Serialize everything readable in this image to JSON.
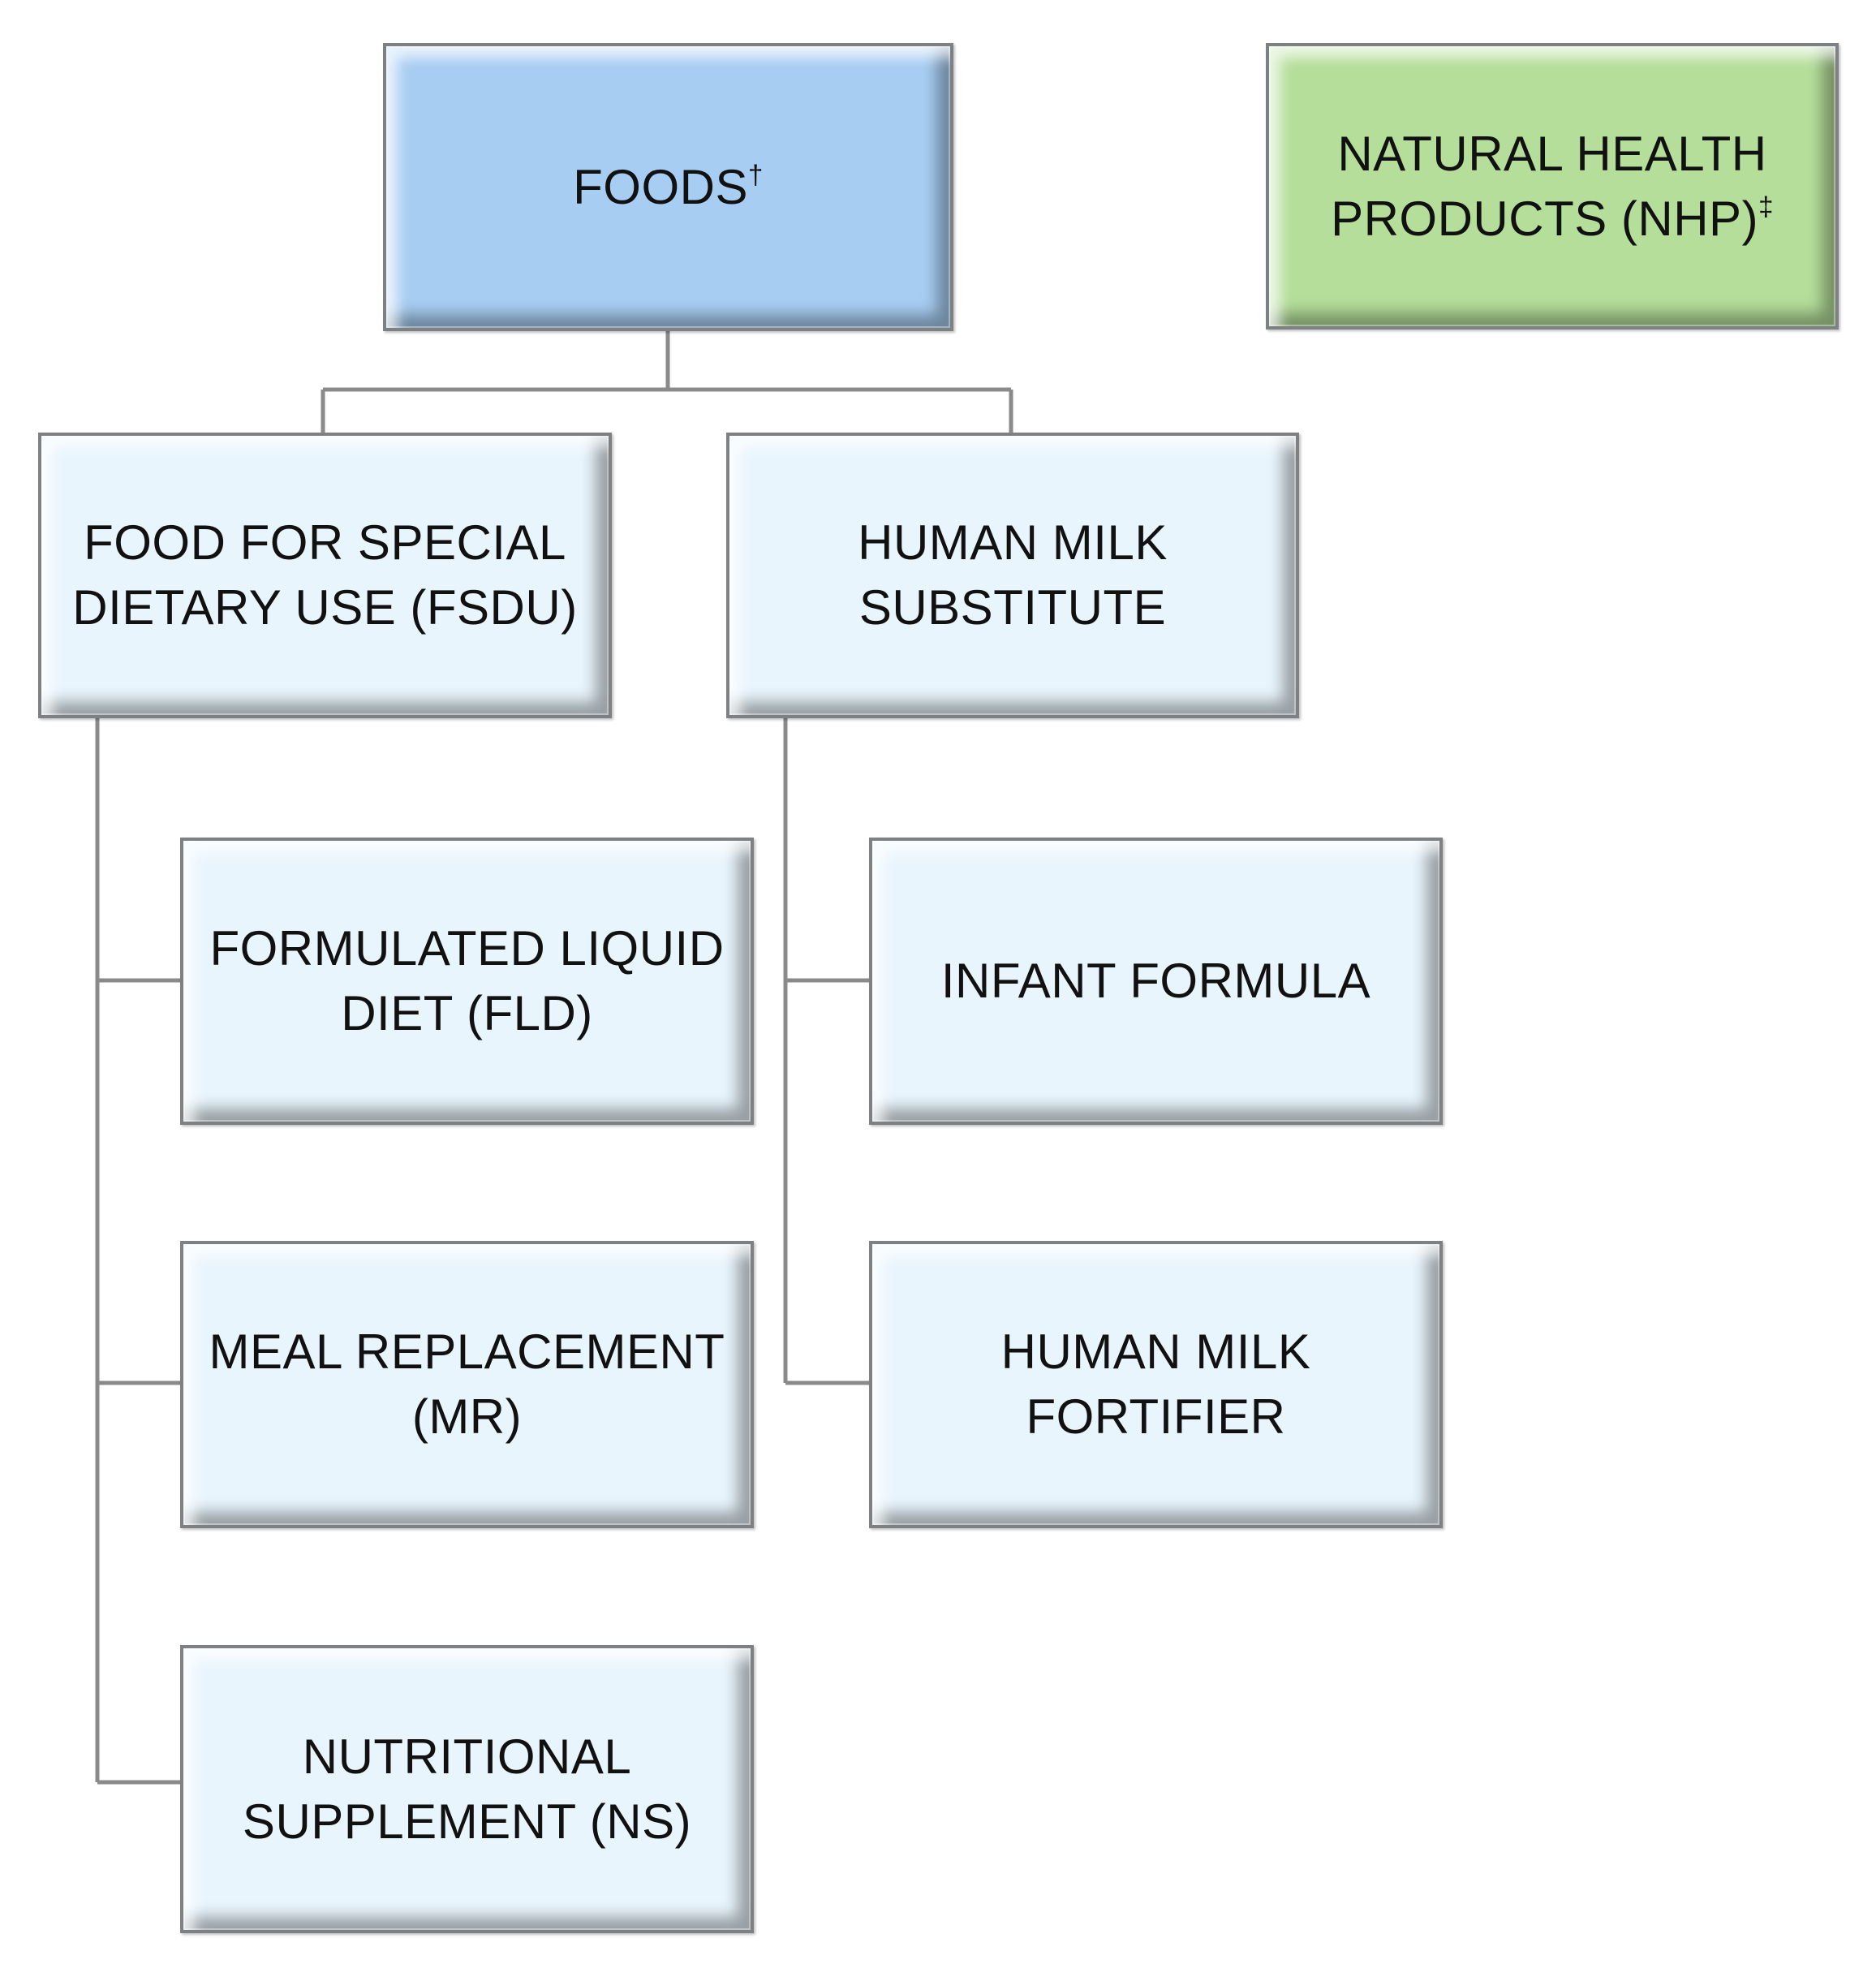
{
  "colors": {
    "foods_fill": "#a7cdf2",
    "nhp_fill": "#b4de9a",
    "category_fill": "#e9f5fd",
    "connector": "#8a8a8a",
    "border": "#7e8184"
  },
  "nodes": {
    "foods": {
      "lines": [
        "FOODS"
      ],
      "mark": "†"
    },
    "nhp": {
      "lines": [
        "NATURAL HEALTH",
        "PRODUCTS (NHP)"
      ],
      "mark": "‡"
    },
    "fsdu": {
      "lines": [
        "FOOD FOR SPECIAL",
        "DIETARY USE (FSDU)"
      ]
    },
    "hms": {
      "lines": [
        "HUMAN MILK",
        "SUBSTITUTE"
      ]
    },
    "fld": {
      "lines": [
        "FORMULATED LIQUID",
        "DIET (FLD)"
      ]
    },
    "mr": {
      "lines": [
        "MEAL REPLACEMENT",
        "(MR)"
      ]
    },
    "ns": {
      "lines": [
        "NUTRITIONAL",
        "SUPPLEMENT (NS)"
      ]
    },
    "infant": {
      "lines": [
        "INFANT FORMULA"
      ]
    },
    "hmf": {
      "lines": [
        "HUMAN MILK",
        "FORTIFIER"
      ]
    }
  },
  "edges": [
    [
      "foods",
      "fsdu"
    ],
    [
      "foods",
      "hms"
    ],
    [
      "fsdu",
      "fld"
    ],
    [
      "fsdu",
      "mr"
    ],
    [
      "fsdu",
      "ns"
    ],
    [
      "hms",
      "infant"
    ],
    [
      "hms",
      "hmf"
    ]
  ]
}
